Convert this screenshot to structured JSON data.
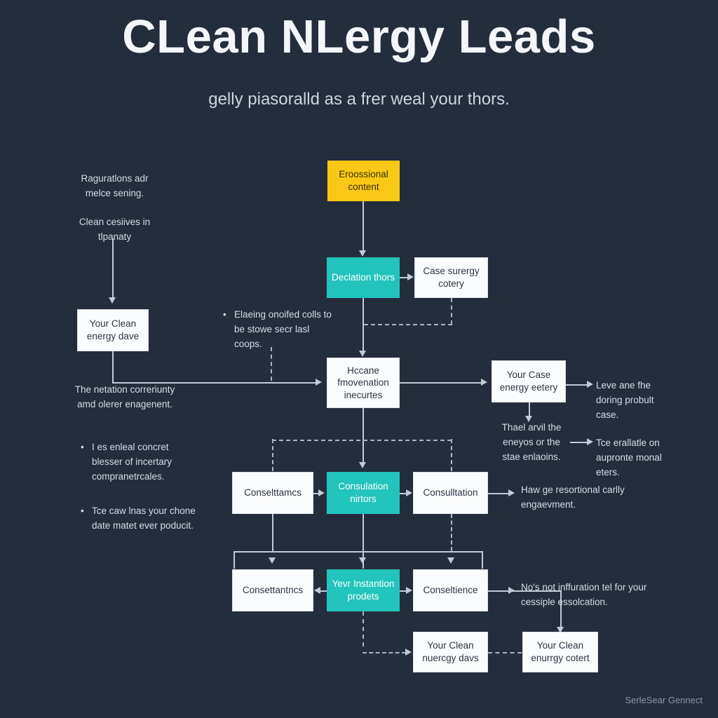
{
  "header": {
    "title": "CLean NLergy Leads",
    "subtitle": "gelly piasoralld as a frer weal your thors."
  },
  "colors": {
    "background": "#242d3c",
    "node_white": "#fbfcfd",
    "node_teal": "#22c4bd",
    "node_yellow": "#f9c816",
    "connector": "#c2cad6",
    "text_light": "#d6dce5",
    "text_dark": "#2b3443"
  },
  "nodes": {
    "source": {
      "label": "Eroossional content",
      "kind": "yellow"
    },
    "decision": {
      "label": "Declation thors",
      "kind": "teal"
    },
    "case_survey": {
      "label": "Case surergy cotery",
      "kind": "white"
    },
    "clean_energy_dave": {
      "label": "Your Clean energy dave",
      "kind": "white"
    },
    "innovation": {
      "label": "Hccane fmovenation inecurtes",
      "kind": "white"
    },
    "case_energy_eetery": {
      "label": "Your Case energy eetery",
      "kind": "white"
    },
    "row3_left": {
      "label": "Conselttamcs",
      "kind": "white"
    },
    "row3_mid": {
      "label": "Consulation nirtors",
      "kind": "teal"
    },
    "row3_right": {
      "label": "Consulltation",
      "kind": "white"
    },
    "row4_left": {
      "label": "Consettantncs",
      "kind": "white"
    },
    "row4_mid": {
      "label": "Yevr Instantion prodets",
      "kind": "teal"
    },
    "row4_right": {
      "label": "Conseltience",
      "kind": "white"
    },
    "bottom_left": {
      "label": "Your Clean nuercgy davs",
      "kind": "white"
    },
    "bottom_right": {
      "label": "Your Clean enurrgy cotert",
      "kind": "white"
    }
  },
  "notes": {
    "top_left_1": "Raguratlons adr melce sening.",
    "top_left_2": "Clean cesiives in tlpanaty",
    "mid_left_1": "The netation correriunty amd olerer enagenent.",
    "bullet_1": "Elaeing onoifed colls to be stowe secr lasl coops.",
    "bullet_2": "I es enleal concret blesser of incertary compranetrcales.",
    "bullet_3": "Tce caw lnas your chone date matet ever poducit.",
    "right_1": "Leve ane fhe doring probult case.",
    "right_2": "Thael arvil the eneyos or the stae enlaoins.",
    "right_3": "Tce erallatle on aupronte monal eters.",
    "right_4": "Haw ge resortional carlly engaevment.",
    "right_5": "No's not inffuration tel for your cessiple essolcation."
  },
  "footer": {
    "label": "SerleSear Gennect"
  }
}
